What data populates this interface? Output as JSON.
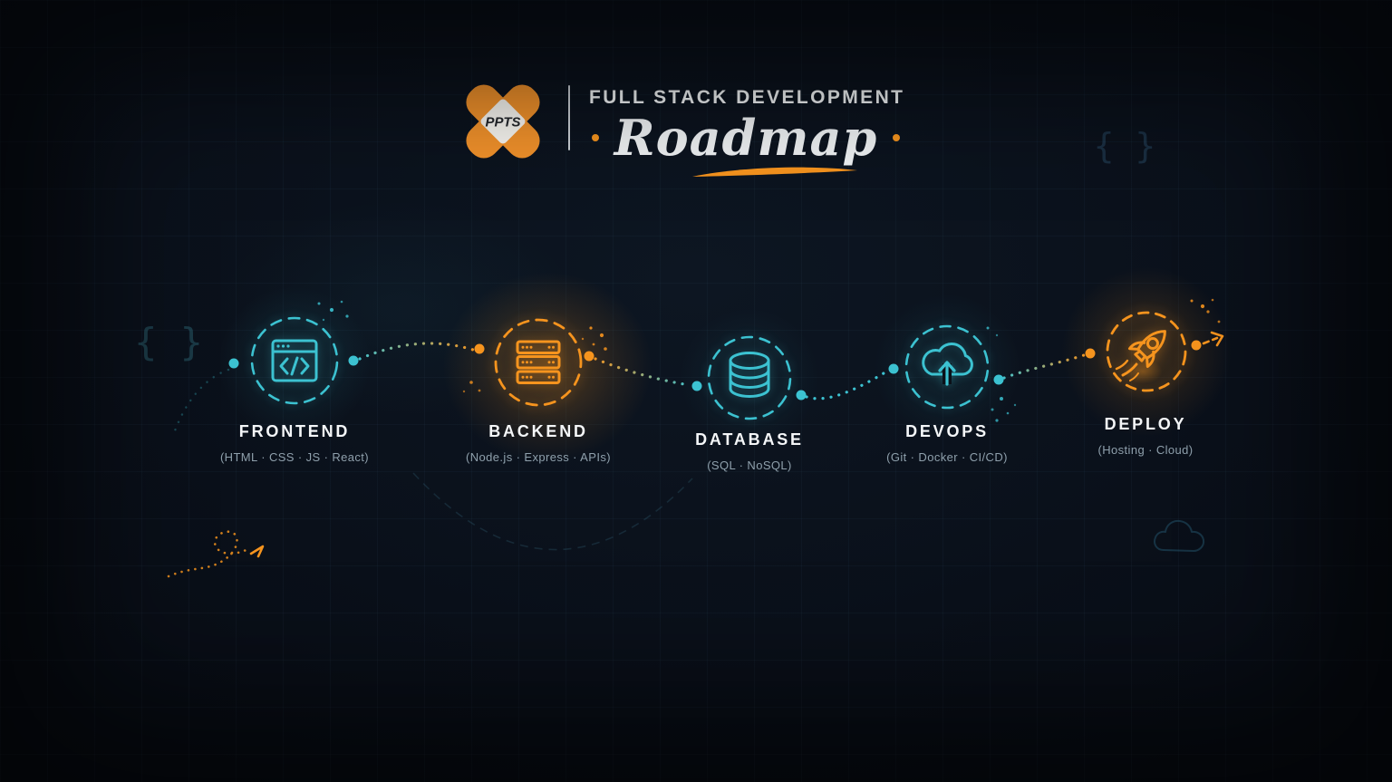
{
  "header": {
    "logo_text": "PPTS",
    "title": "FULL STACK DEVELOPMENT",
    "script_title": "Roadmap"
  },
  "roadmap": {
    "steps": [
      {
        "id": "frontend",
        "label": "FRONTEND",
        "sublabel": "(HTML · CSS · JS · React)",
        "icon": "code-browser-icon",
        "accent": "#3CC2D1"
      },
      {
        "id": "backend",
        "label": "BACKEND",
        "sublabel": "(Node.js · Express · APIs)",
        "icon": "server-stack-icon",
        "accent": "#F6941E"
      },
      {
        "id": "database",
        "label": "DATABASE",
        "sublabel": "(SQL · NoSQL)",
        "icon": "database-cylinder-icon",
        "accent": "#3CC2D1"
      },
      {
        "id": "devops",
        "label": "DEVOPS",
        "sublabel": "(Git · Docker · CI/CD)",
        "icon": "cloud-upload-icon",
        "accent": "#3CC2D1"
      },
      {
        "id": "deploy",
        "label": "DEPLOY",
        "sublabel": "(Hosting · Cloud)",
        "icon": "rocket-icon",
        "accent": "#F6941E"
      }
    ]
  },
  "colors": {
    "teal": "#3CC2D1",
    "orange": "#F6941E",
    "background": "#0A101A",
    "heading_text": "#F4F6F8",
    "sub_text": "#8FA0AC"
  },
  "decorations": {
    "brace_left": "{ }",
    "brace_right": "{ }"
  }
}
